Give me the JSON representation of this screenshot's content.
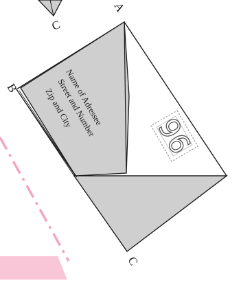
{
  "diagram": {
    "point_labels": {
      "a": "A",
      "b": "B",
      "c_top": "C",
      "c_bottom": "C"
    },
    "address_lines": [
      "Name of Adressee",
      "Street and Number",
      "Zip and City"
    ],
    "stamp_value": "96",
    "colors": {
      "flap_gray": "#cfcfcf",
      "outline": "#1a1a1a",
      "guide_pink": "#f3a6c3",
      "highlight_pink": "#f8c6d6",
      "stamp_border": "#9a9a9a"
    }
  }
}
